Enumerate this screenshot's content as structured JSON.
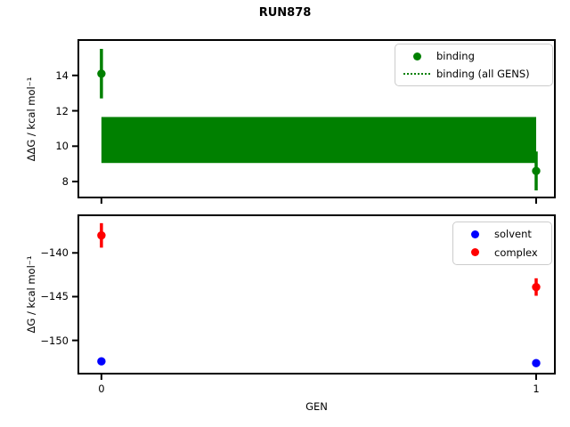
{
  "title": "RUN878",
  "colors": {
    "binding": "#008000",
    "solvent": "#0000ff",
    "complex": "#ff0000",
    "axis": "#000000",
    "legend_border": "#cccccc",
    "background": "#ffffff"
  },
  "chart_data": [
    {
      "type": "scatter",
      "title": "RUN878",
      "xlabel": "",
      "ylabel": "ΔΔG / kcal mol⁻¹",
      "xlim": [
        -0.053,
        1.043
      ],
      "ylim": [
        7.1,
        16.0
      ],
      "yticks": [
        8,
        10,
        12,
        14
      ],
      "xticks": [
        0,
        1
      ],
      "xtick_labels": [],
      "grid": false,
      "series": [
        {
          "name": "binding",
          "color": "#008000",
          "marker": "circle",
          "x": [
            0,
            1
          ],
          "y": [
            14.1,
            8.6
          ],
          "yerr": [
            1.4,
            1.1
          ]
        }
      ],
      "band": {
        "name": "binding (all GENS)",
        "color": "#008000",
        "x": [
          0,
          1
        ],
        "y_low": 9.05,
        "y_high": 11.65
      },
      "legend": {
        "position": "upper right",
        "items": [
          {
            "label": "binding",
            "glyph": "dot",
            "color": "#008000"
          },
          {
            "label": "binding (all GENS)",
            "glyph": "dotted-line",
            "color": "#008000"
          }
        ]
      }
    },
    {
      "type": "scatter",
      "title": "",
      "xlabel": "GEN",
      "ylabel": "ΔG / kcal mol⁻¹",
      "xlim": [
        -0.053,
        1.043
      ],
      "ylim": [
        -153.8,
        -135.7
      ],
      "yticks": [
        -150,
        -145,
        -140
      ],
      "xticks": [
        0,
        1
      ],
      "xtick_labels": [
        "0",
        "1"
      ],
      "grid": false,
      "series": [
        {
          "name": "solvent",
          "color": "#0000ff",
          "marker": "circle",
          "x": [
            0,
            1
          ],
          "y": [
            -152.4,
            -152.6
          ],
          "yerr": [
            0.2,
            0.2
          ]
        },
        {
          "name": "complex",
          "color": "#ff0000",
          "marker": "circle",
          "x": [
            0,
            1
          ],
          "y": [
            -138.0,
            -143.9
          ],
          "yerr": [
            1.4,
            1.0
          ]
        }
      ],
      "legend": {
        "position": "upper right",
        "items": [
          {
            "label": "solvent",
            "glyph": "dot",
            "color": "#0000ff"
          },
          {
            "label": "complex",
            "glyph": "dot",
            "color": "#ff0000"
          }
        ]
      }
    }
  ]
}
